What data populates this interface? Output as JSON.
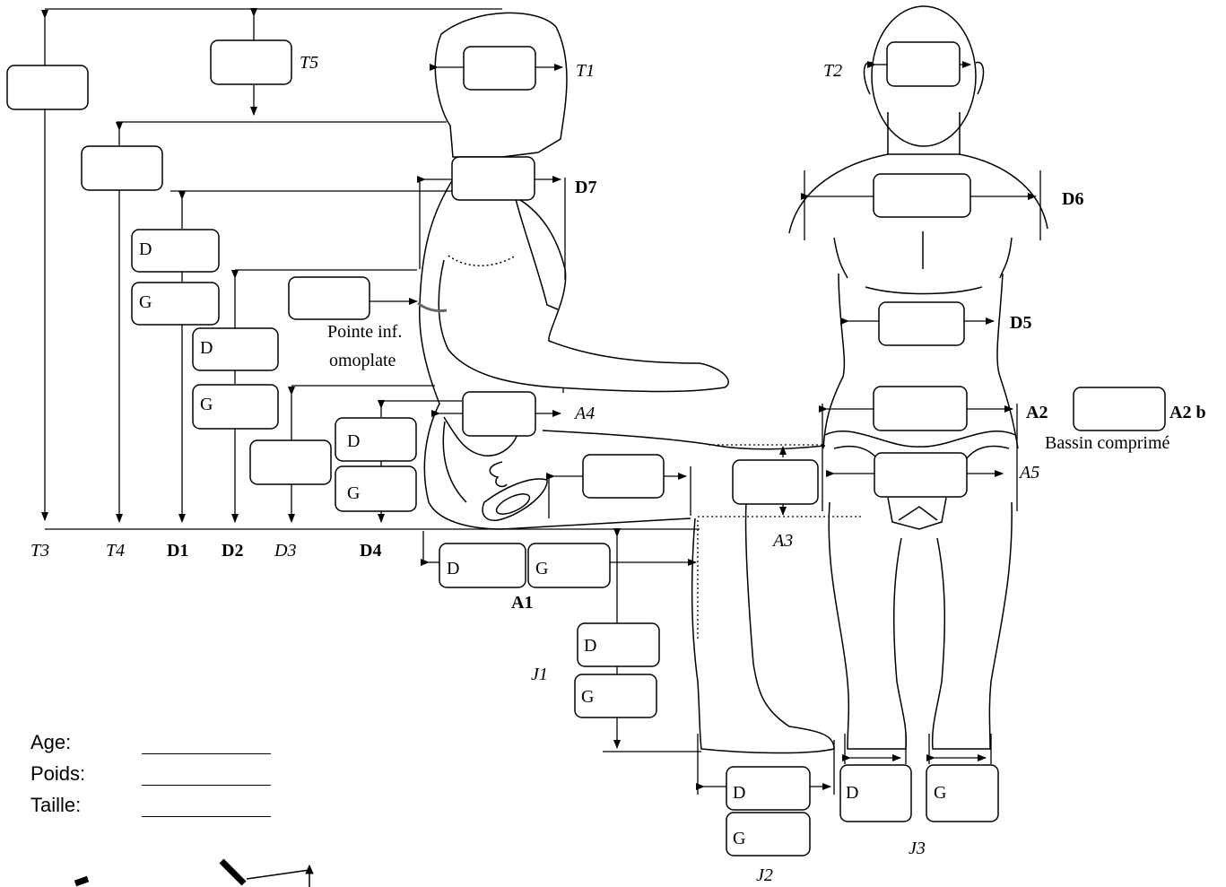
{
  "labels": {
    "T1": "T1",
    "T2": "T2",
    "T3": "T3",
    "T4": "T4",
    "T5": "T5",
    "D1": "D1",
    "D2": "D2",
    "D3": "D3",
    "D4": "D4",
    "D5": "D5",
    "D6": "D6",
    "D7": "D7",
    "A1": "A1",
    "A2": "A2",
    "A2b": "A2 b",
    "A3": "A3",
    "A4": "A4",
    "A5": "A5",
    "J1": "J1",
    "J2": "J2",
    "J3": "J3",
    "side_D": "D",
    "side_G": "G",
    "pointe_1": "Pointe inf.",
    "pointe_2": "omoplate",
    "bassin": "Bassin comprimé"
  },
  "form": {
    "age_label": "Age:",
    "poids_label": "Poids:",
    "taille_label": "Taille:"
  }
}
